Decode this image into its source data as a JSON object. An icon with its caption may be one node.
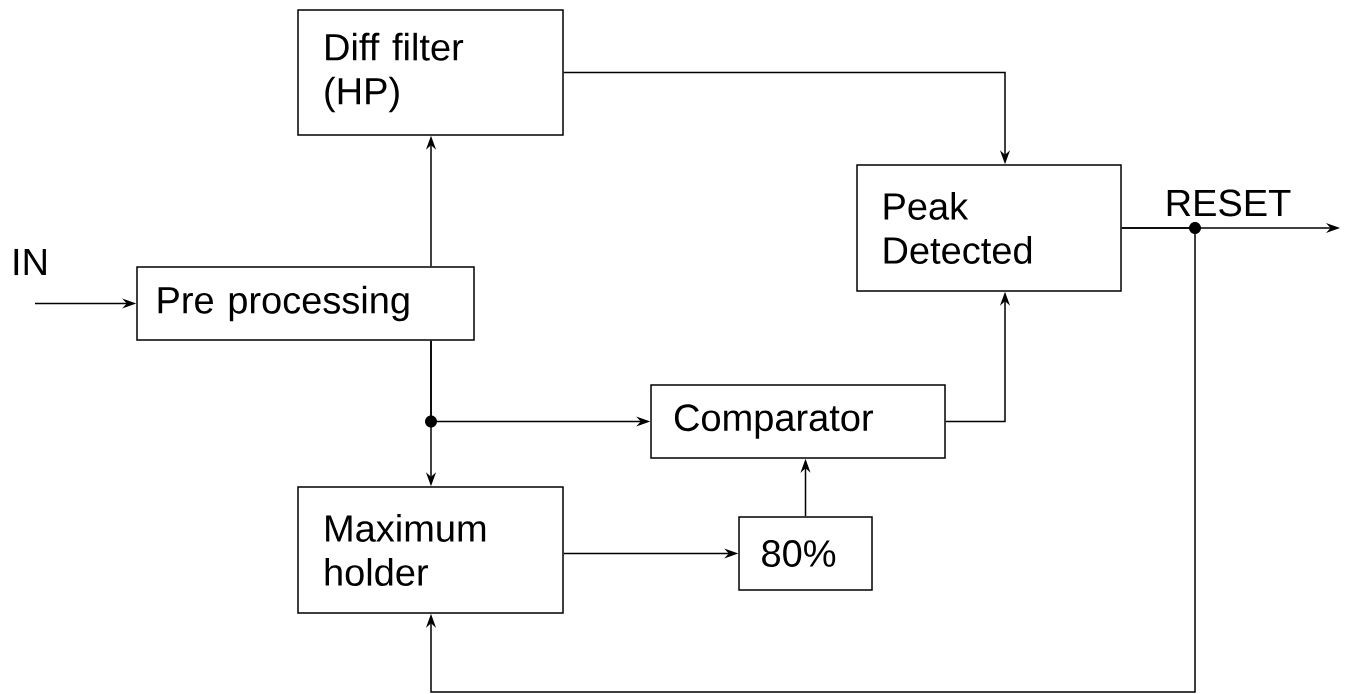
{
  "diagram": {
    "nodes": [
      {
        "text": [
          "Diff filter (HP)"
        ]
      },
      {
        "text": [
          "Peak Detected"
        ]
      },
      {
        "text": [
          "Pre processing"
        ]
      },
      {
        "text": [
          "Comparator"
        ]
      },
      {
        "text": [
          "Maximum holder"
        ]
      },
      {
        "text": [
          "80%"
        ]
      }
    ],
    "edges": [
      {
        "from": null,
        "to": 2,
        "arrow": "to",
        "label": "IN"
      },
      {
        "from": 2,
        "to": 0,
        "arrow": "to"
      },
      {
        "from": 0,
        "to": 1,
        "arrow": "to"
      },
      {
        "from": 2,
        "to": 3,
        "arrow": "to"
      },
      {
        "from": 2,
        "to": 4,
        "arrow": "to"
      },
      {
        "from": 4,
        "to": 5,
        "arrow": "to"
      },
      {
        "from": 5,
        "to": 3,
        "arrow": "to"
      },
      {
        "from": 3,
        "to": 1,
        "arrow": "to"
      },
      {
        "from": 1,
        "to": null,
        "arrow": "to",
        "label": "RESET"
      },
      {
        "from": 1,
        "to": 4,
        "arrow": "to"
      }
    ]
  }
}
